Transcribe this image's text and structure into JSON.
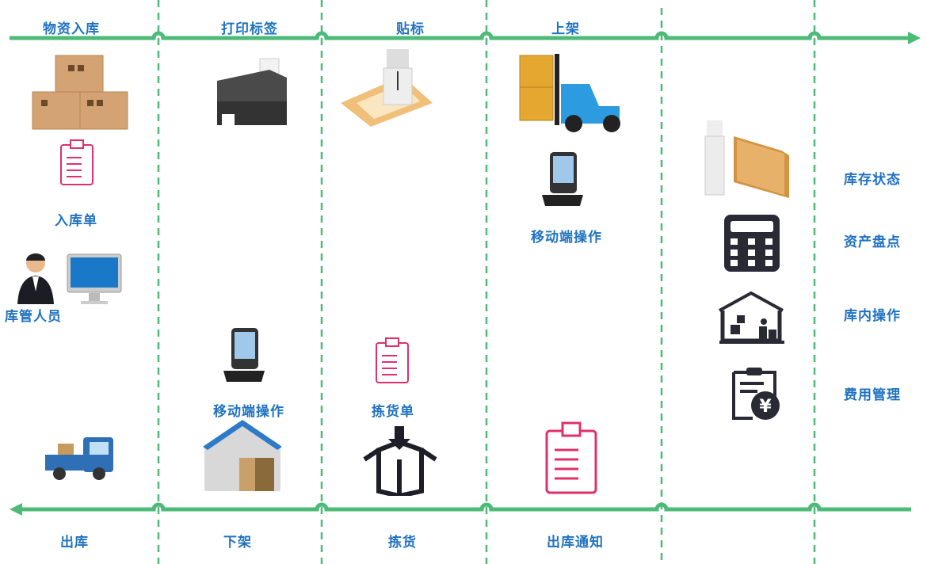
{
  "colors": {
    "line": "#4dbb78",
    "text": "#1f72bf",
    "icon_dark": "#2a2a35",
    "clipboard": "#e0306a",
    "box": "#d4a373"
  },
  "top_steps": [
    "物资入库",
    "打印标签",
    "贴标",
    "上架"
  ],
  "bottom_steps": [
    "出库",
    "下架",
    "拣货",
    "出库通知"
  ],
  "labels": {
    "inbound_order": "入库单",
    "warehouse_staff": "库管人员",
    "mobile_op_top": "移动端操作",
    "mobile_op_bottom": "移动端操作",
    "picking_list": "拣货单"
  },
  "right_functions": [
    "库存状态",
    "资产盘点",
    "库内操作",
    "费用管理"
  ]
}
